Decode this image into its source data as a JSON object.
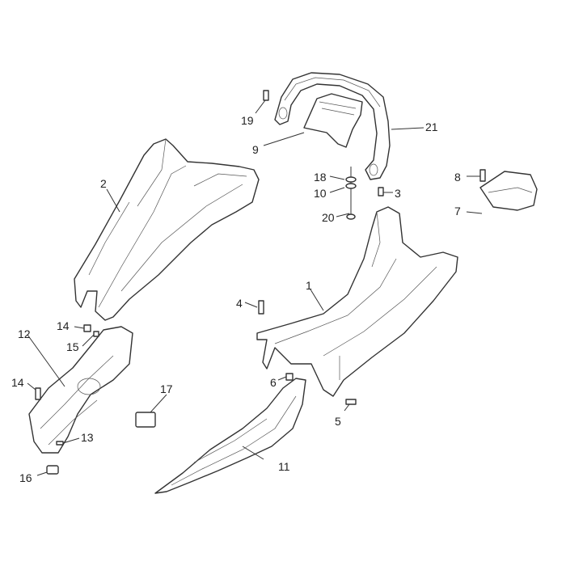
{
  "diagram": {
    "callouts": [
      {
        "id": "1",
        "label": "1"
      },
      {
        "id": "2",
        "label": "2"
      },
      {
        "id": "3",
        "label": "3"
      },
      {
        "id": "4",
        "label": "4"
      },
      {
        "id": "5",
        "label": "5"
      },
      {
        "id": "6",
        "label": "6"
      },
      {
        "id": "7",
        "label": "7"
      },
      {
        "id": "8",
        "label": "8"
      },
      {
        "id": "9",
        "label": "9"
      },
      {
        "id": "10",
        "label": "10"
      },
      {
        "id": "11",
        "label": "11"
      },
      {
        "id": "12",
        "label": "12"
      },
      {
        "id": "13",
        "label": "13"
      },
      {
        "id": "14a",
        "label": "14"
      },
      {
        "id": "14b",
        "label": "14"
      },
      {
        "id": "15",
        "label": "15"
      },
      {
        "id": "16",
        "label": "16"
      },
      {
        "id": "17",
        "label": "17"
      },
      {
        "id": "18",
        "label": "18"
      },
      {
        "id": "19",
        "label": "19"
      },
      {
        "id": "20",
        "label": "20"
      },
      {
        "id": "21",
        "label": "21"
      }
    ]
  },
  "colors": {
    "line": "#333333",
    "text": "#222222",
    "background": "#ffffff"
  }
}
